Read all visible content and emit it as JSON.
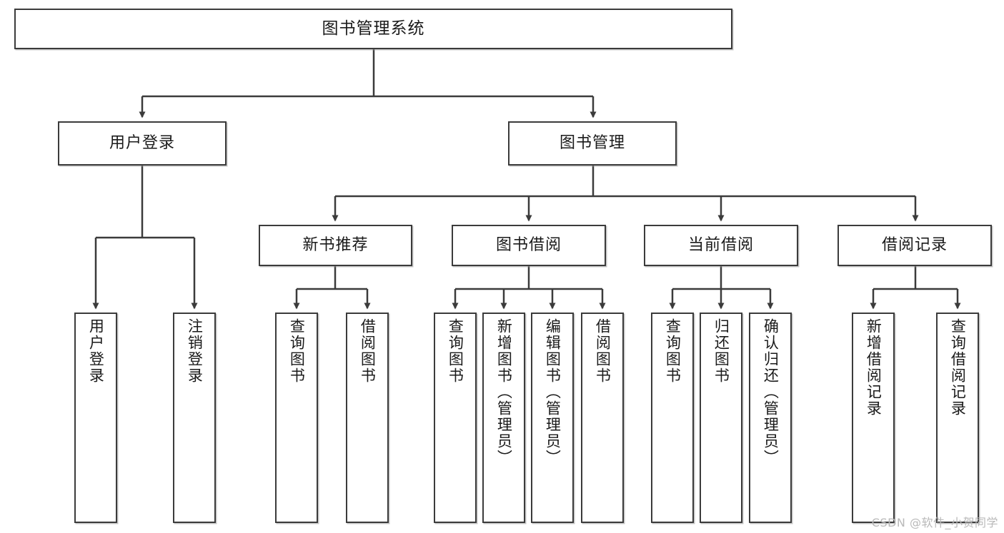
{
  "diagram": {
    "title": "图书管理系统",
    "type": "hierarchy-tree",
    "watermark": "CSDN @软件_小贺同学",
    "colors": {
      "box_border": "#3b3b3b",
      "box_fill": "#ffffff",
      "connector": "#3b3b3b",
      "text": "#1a1a1a",
      "watermark": "#b9b9b9"
    },
    "levels": {
      "root": "图书管理系统",
      "level2": [
        "用户登录",
        "图书管理"
      ],
      "level3": [
        "新书推荐",
        "图书借阅",
        "当前借阅",
        "借阅记录"
      ]
    },
    "nodes": {
      "root": {
        "label": "图书管理系统"
      },
      "user_login": {
        "label": "用户登录"
      },
      "book_manage": {
        "label": "图书管理"
      },
      "new_book_rec": {
        "label": "新书推荐"
      },
      "book_borrow": {
        "label": "图书借阅"
      },
      "current_borrow": {
        "label": "当前借阅"
      },
      "borrow_record": {
        "label": "借阅记录"
      }
    },
    "leaves": {
      "user_login": [
        {
          "label": "用户登录"
        },
        {
          "label": "注销登录"
        }
      ],
      "new_book_rec": [
        {
          "label": "查询图书"
        },
        {
          "label": "借阅图书"
        }
      ],
      "book_borrow": [
        {
          "label": "查询图书"
        },
        {
          "label": "新增图书（管理员）"
        },
        {
          "label": "编辑图书（管理员）"
        },
        {
          "label": "借阅图书"
        }
      ],
      "current_borrow": [
        {
          "label": "查询图书"
        },
        {
          "label": "归还图书"
        },
        {
          "label": "确认归还（管理员）"
        }
      ],
      "borrow_record": [
        {
          "label": "新增借阅记录"
        },
        {
          "label": "查询借阅记录"
        }
      ]
    }
  }
}
